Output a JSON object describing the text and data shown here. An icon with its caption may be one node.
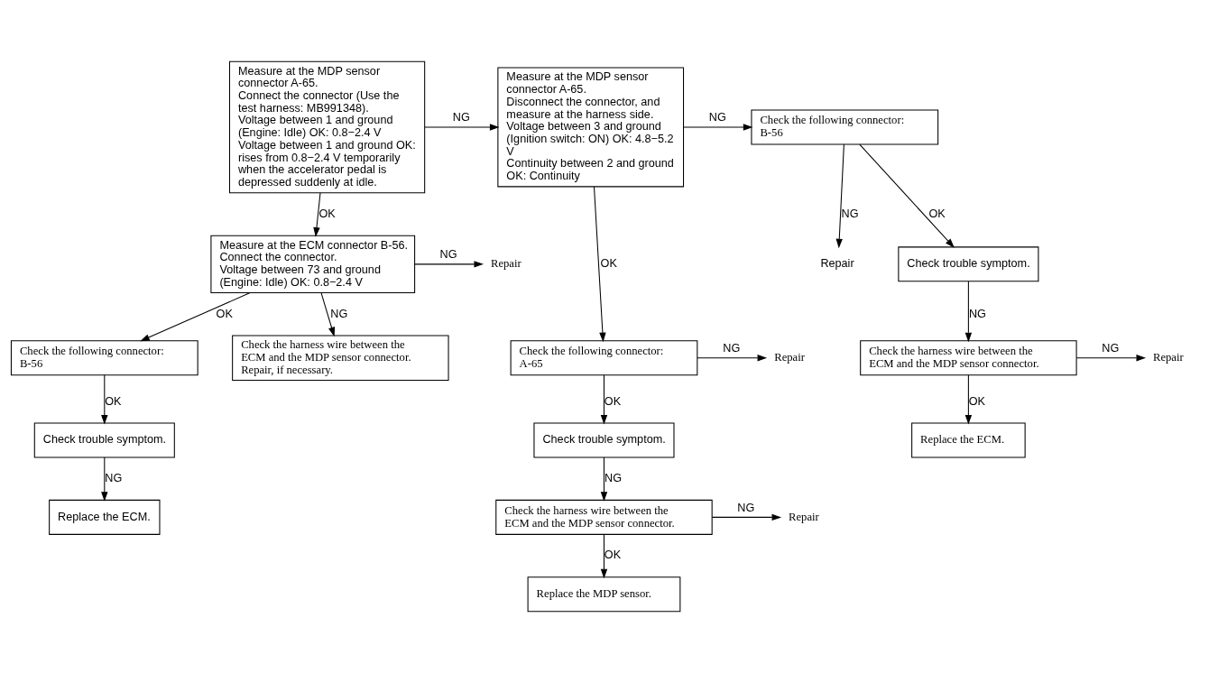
{
  "diagram": {
    "nodes": [
      {
        "text": [
          "Measure at the MDP sensor connector A-65.",
          "Connect the connector (Use the test harness: MB991348).",
          "Voltage between 1 and ground (Engine: Idle) OK: 0.8−2.4 V",
          "Voltage between 1 and ground OK: rises from 0.8−2.4 V temporarily when the accelerator pedal is depressed suddenly at idle."
        ]
      },
      {
        "text": [
          "Measure at the ECM connector B-56.",
          "Connect the connector.",
          "Voltage between 73 and ground (Engine: Idle) OK: 0.8−2.4 V"
        ]
      },
      {
        "text": [
          "Repair"
        ]
      },
      {
        "text": [
          "Check the following connector: B-56"
        ]
      },
      {
        "text": [
          "Check trouble symptom."
        ]
      },
      {
        "text": [
          "Replace the ECM."
        ]
      },
      {
        "text": [
          "Measure at the MDP sensor connector A-65.",
          "Disconnect the connector, and measure at the harness side.",
          "Voltage between 3 and ground (Ignition switch: ON) OK: 4.8−5.2 V",
          "Continuity between 2 and ground OK: Continuity"
        ]
      },
      {
        "text": [
          "Check the following connector: A-65"
        ]
      },
      {
        "text": [
          "Repair"
        ]
      },
      {
        "text": [
          "Check trouble symptom."
        ]
      },
      {
        "text": [
          "Check the harness wire between the ECM and the MDP sensor connector."
        ]
      },
      {
        "text": [
          "Repair"
        ]
      },
      {
        "text": [
          "Replace the MDP sensor."
        ]
      },
      {
        "text": [
          "Check the harness wire between the ECM and the MDP sensor connector. Repair, if necessary."
        ]
      },
      {
        "text": [
          "Check the following connector: B-56"
        ]
      },
      {
        "text": [
          "Repair"
        ]
      },
      {
        "text": [
          "Check trouble symptom."
        ]
      },
      {
        "text": [
          "Check the harness wire between the ECM and the MDP sensor connector."
        ]
      },
      {
        "text": [
          "Repair"
        ]
      },
      {
        "text": [
          "Replace the ECM."
        ]
      }
    ],
    "edges": [
      {
        "from": 0,
        "to": 6,
        "arrow": "to",
        "label": "NG"
      },
      {
        "from": 0,
        "to": 1,
        "arrow": "to",
        "label": "OK"
      },
      {
        "from": 1,
        "to": 13,
        "arrow": "to",
        "label": "NG"
      },
      {
        "from": 1,
        "to": 3,
        "arrow": "to",
        "label": "OK"
      },
      {
        "from": 1,
        "to": 2,
        "arrow": "to",
        "label": "NG"
      },
      {
        "from": 3,
        "to": 4,
        "arrow": "to",
        "label": "OK"
      },
      {
        "from": 4,
        "to": 5,
        "arrow": "to",
        "label": "NG"
      },
      {
        "from": 6,
        "to": 14,
        "arrow": "to",
        "label": "NG"
      },
      {
        "from": 6,
        "to": 7,
        "arrow": "to",
        "label": "OK"
      },
      {
        "from": 7,
        "to": 8,
        "arrow": "to",
        "label": "NG"
      },
      {
        "from": 7,
        "to": 9,
        "arrow": "to",
        "label": "OK"
      },
      {
        "from": 9,
        "to": 10,
        "arrow": "to",
        "label": "NG"
      },
      {
        "from": 10,
        "to": 11,
        "arrow": "to",
        "label": "NG"
      },
      {
        "from": 10,
        "to": 12,
        "arrow": "to",
        "label": "OK"
      },
      {
        "from": 14,
        "to": 15,
        "arrow": "to",
        "label": "NG"
      },
      {
        "from": 14,
        "to": 16,
        "arrow": "to",
        "label": "OK"
      },
      {
        "from": 16,
        "to": 17,
        "arrow": "to",
        "label": "NG"
      },
      {
        "from": 17,
        "to": 18,
        "arrow": "to",
        "label": "NG"
      },
      {
        "from": 17,
        "to": 19,
        "arrow": "to",
        "label": "OK"
      }
    ]
  }
}
